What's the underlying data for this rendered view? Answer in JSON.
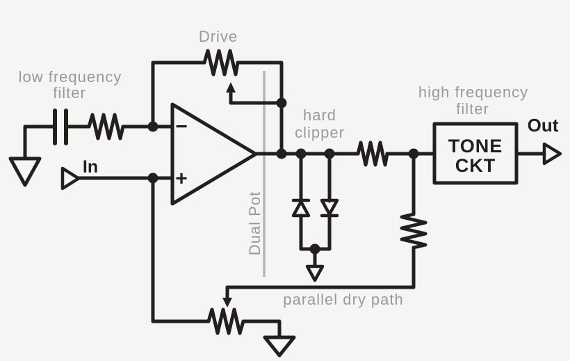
{
  "colors": {
    "background": "#f5f5f3",
    "line": "#231f20",
    "label_gray": "#9a9a9a",
    "pot_line_gray": "#b5b5b5"
  },
  "labels": {
    "low_frequency_filter": {
      "line1": "low frequency",
      "line2": "filter"
    },
    "drive": "Drive",
    "hard_clipper": {
      "line1": "hard",
      "line2": "clipper"
    },
    "high_frequency_filter": {
      "line1": "high frequency",
      "line2": "filter"
    },
    "dual_pot": "Dual Pot",
    "parallel_dry_path": "parallel dry path",
    "input": "In",
    "output": "Out",
    "tone_circuit": {
      "line1": "TONE",
      "line2": "CKT"
    },
    "opamp": {
      "inverting_input": "−",
      "non_inverting_input": "+"
    }
  }
}
